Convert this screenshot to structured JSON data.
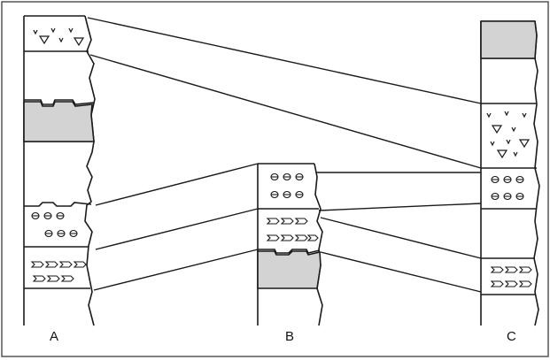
{
  "columns": [
    {
      "id": "A",
      "label": "A"
    },
    {
      "id": "B",
      "label": "B"
    },
    {
      "id": "C",
      "label": "C"
    }
  ],
  "colors": {
    "line": "#1a1a1a",
    "shaded": "#d3d3d3",
    "background": "#ffffff"
  },
  "icons": [
    "volcanic-ash-symbol",
    "fossil-shell-symbol",
    "brachiopod-symbol"
  ]
}
